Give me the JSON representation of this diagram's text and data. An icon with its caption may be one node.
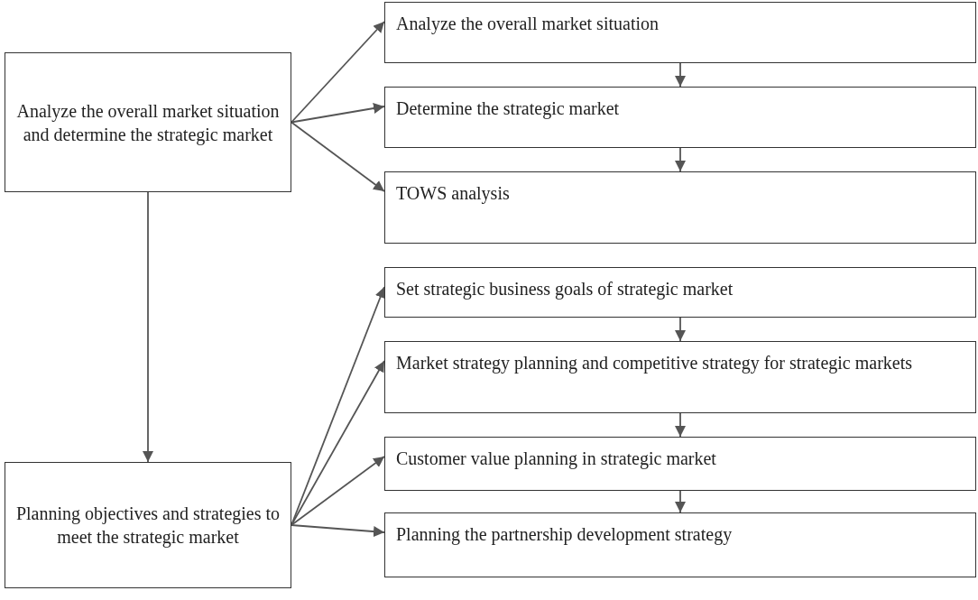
{
  "diagram": {
    "nodes": [
      {
        "text": [
          "Analyze the overall market situation and determine the strategic market"
        ]
      },
      {
        "text": [
          "Analyze the overall market situation"
        ]
      },
      {
        "text": [
          "Determine the strategic market"
        ]
      },
      {
        "text": [
          "TOWS analysis"
        ]
      },
      {
        "text": [
          "Planning objectives and strategies to meet the strategic market"
        ]
      },
      {
        "text": [
          "Set strategic business goals of strategic market"
        ]
      },
      {
        "text": [
          "Market strategy planning and competitive strategy for strategic markets"
        ]
      },
      {
        "text": [
          "Customer value planning in strategic market"
        ]
      },
      {
        "text": [
          "Planning the partnership development strategy"
        ]
      }
    ],
    "edges": [
      {
        "from": 0,
        "to": 1,
        "arrow": "to"
      },
      {
        "from": 0,
        "to": 2,
        "arrow": "to"
      },
      {
        "from": 0,
        "to": 3,
        "arrow": "to"
      },
      {
        "from": 1,
        "to": 2,
        "arrow": "to"
      },
      {
        "from": 2,
        "to": 3,
        "arrow": "to"
      },
      {
        "from": 0,
        "to": 4,
        "arrow": "to"
      },
      {
        "from": 4,
        "to": 5,
        "arrow": "to"
      },
      {
        "from": 4,
        "to": 6,
        "arrow": "to"
      },
      {
        "from": 4,
        "to": 7,
        "arrow": "to"
      },
      {
        "from": 4,
        "to": 8,
        "arrow": "to"
      },
      {
        "from": 5,
        "to": 6,
        "arrow": "to"
      },
      {
        "from": 6,
        "to": 7,
        "arrow": "to"
      },
      {
        "from": 7,
        "to": 8,
        "arrow": "to"
      }
    ]
  }
}
